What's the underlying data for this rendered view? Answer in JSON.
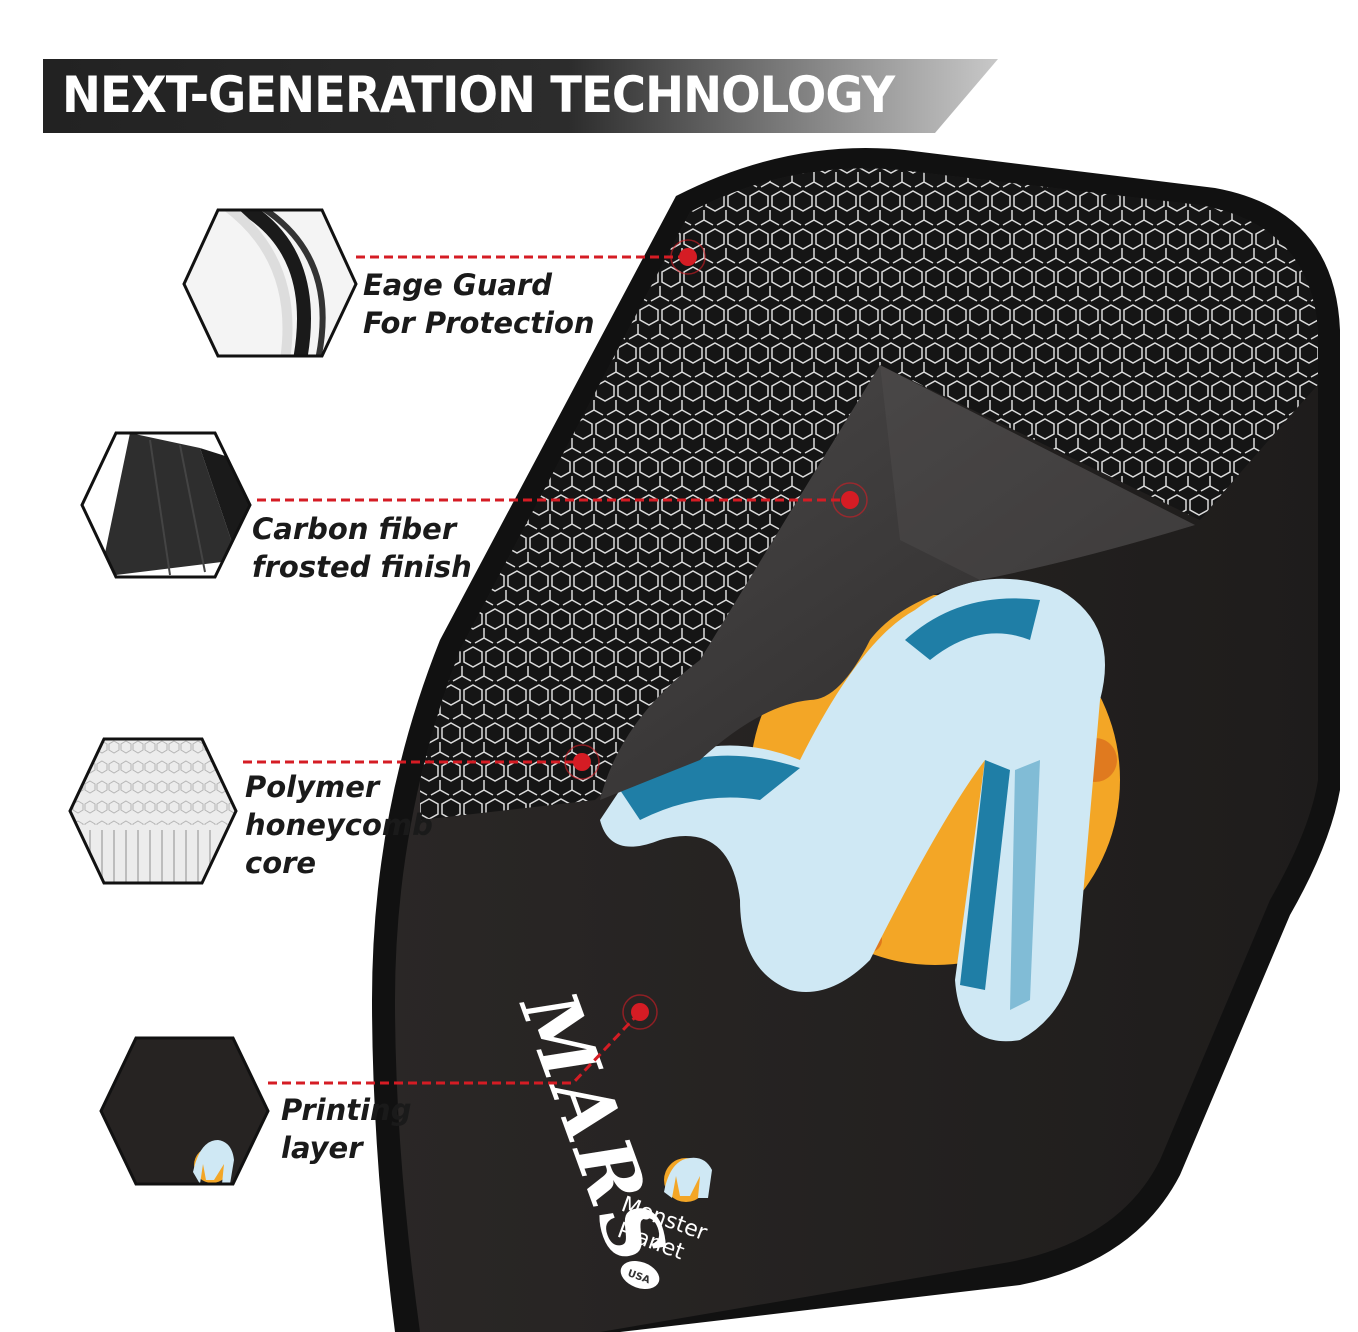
{
  "banner": {
    "title": "NEXT-GENERATION TECHNOLOGY",
    "bar_color": "#2b2b2b",
    "fade_color": "#bdbdbd"
  },
  "features": [
    {
      "icon": "edge-guard-icon",
      "lines": [
        "Eage Guard",
        "For Protection"
      ]
    },
    {
      "icon": "carbon-fiber-icon",
      "lines": [
        "Carbon fiber",
        "frosted finish"
      ]
    },
    {
      "icon": "honeycomb-core-icon",
      "lines": [
        "Polymer",
        "honeycomb",
        "core"
      ]
    },
    {
      "icon": "printing-layer-icon",
      "lines": [
        "Printing",
        "layer"
      ]
    }
  ],
  "paddle": {
    "brand_text": "MARS",
    "logo_line1": "Monster",
    "logo_line2": "Planet",
    "badge_text": "USA",
    "colors": {
      "edge": "#121212",
      "face": "#262322",
      "sheet": "#3a3838",
      "honeycomb": "#ffffff",
      "ball": "#f3a626",
      "ribbon": "#cfe8f4",
      "ribbon_shadow": "#1f7ea6",
      "marker": "#d51c24"
    }
  }
}
